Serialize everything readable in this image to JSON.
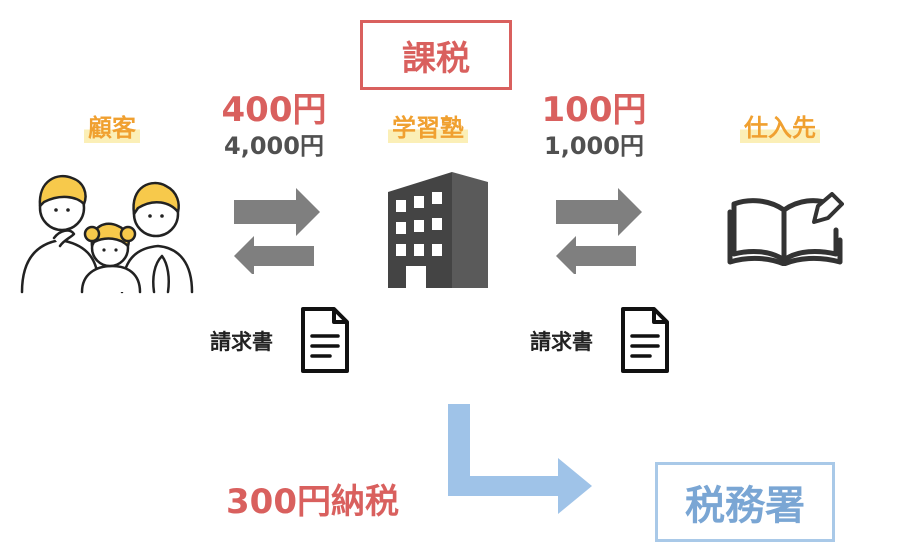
{
  "tax_box": "課税",
  "parties": {
    "customer": "顧客",
    "school": "学習塾",
    "supplier": "仕入先"
  },
  "flows": {
    "left": {
      "tax": "400円",
      "price": "4,000円",
      "invoice": "請求書"
    },
    "right": {
      "tax": "100円",
      "price": "1,000円",
      "invoice": "請求書"
    }
  },
  "payment": "300円納税",
  "tax_office": "税務署",
  "icons": [
    "family-icon",
    "building-icon",
    "book-pen-icon",
    "document-icon"
  ],
  "colors": {
    "red": "#d9605e",
    "orange": "#f0a030",
    "gray": "#505050",
    "blue": "#a9c9e8",
    "blue_text": "#7aa6d4"
  }
}
